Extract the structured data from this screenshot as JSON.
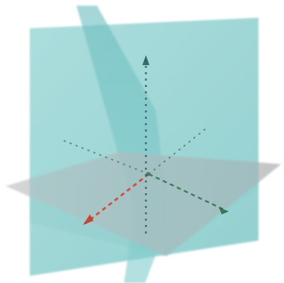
{
  "figure": {
    "kind": "3d-coordinate-axes-with-intersecting-planes",
    "axes": [
      {
        "name": "x",
        "color": "#d4473a",
        "style": "dashed",
        "arrow": "front-left"
      },
      {
        "name": "y",
        "color": "#2f6f4a",
        "style": "dashed",
        "arrow": "front-right"
      },
      {
        "name": "z",
        "color": "#2f5f5f",
        "style": "dashed",
        "arrow": "up"
      }
    ],
    "planes": [
      {
        "name": "vertical-plane-front",
        "color": "#8fd0cf",
        "opacity": 0.82
      },
      {
        "name": "vertical-plane-slanted",
        "color": "#76c3c6",
        "opacity": 0.75
      },
      {
        "name": "horizontal-plane",
        "color": "#b9b9bb",
        "opacity": 0.85
      }
    ],
    "background": "#ffffff"
  }
}
